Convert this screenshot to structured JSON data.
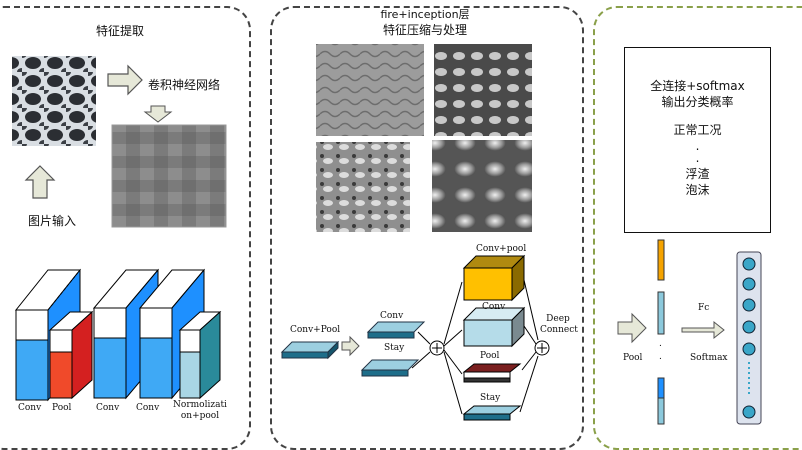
{
  "panel1": {
    "title": "特征提取",
    "cnn_label": "卷积神经网络",
    "input_label": "图片输入",
    "layers": [
      "Conv",
      "Pool",
      "Conv",
      "Conv",
      "Normolizati on+pool"
    ]
  },
  "panel2": {
    "title_line1": "fire+inception层",
    "title_line2": "特征压缩与处理",
    "conv_pool": "Conv+Pool",
    "conv": "Conv",
    "stay": "Stay",
    "branch_conv_pool": "Conv+pool",
    "branch_conv": "Conv",
    "branch_pool": "Pool",
    "branch_stay": "Stay",
    "deep_connect": "Deep Connect"
  },
  "panel3": {
    "output_lines": [
      "全连接+softmax",
      "输出分类概率",
      "正常工况",
      ".",
      ".",
      "浮渣",
      "泡沫"
    ],
    "pool": "Pool",
    "fc": "Fc",
    "softmax": "Softmax",
    "vector_dots": ".",
    "colors": {
      "yellow": "#f5a300",
      "blue": "#1e90ff",
      "teal": "#5fb8c8",
      "node": "#3aa6c8"
    }
  }
}
